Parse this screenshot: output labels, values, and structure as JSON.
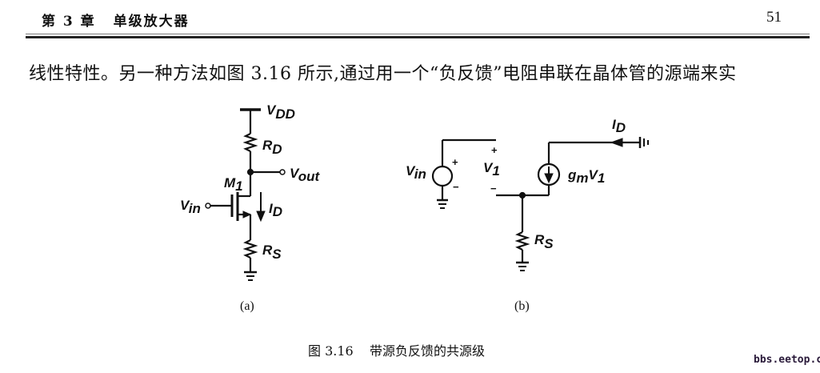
{
  "header": {
    "chapter": "第 3 章",
    "chapter_title": "单级放大器",
    "page_number": "51"
  },
  "body": {
    "paragraph": "线性特性。另一种方法如图 3.16 所示,通过用一个“负反馈”电阻串联在晶体管的源端来实"
  },
  "figure": {
    "circuit_a": {
      "label": "(a)",
      "vdd": {
        "main": "V",
        "sub": "DD"
      },
      "rd": {
        "main": "R",
        "sub": "D"
      },
      "vout": {
        "main": "V",
        "sub": "out"
      },
      "m1": {
        "main": "M",
        "sub": "1"
      },
      "vin": {
        "main": "V",
        "sub": "in"
      },
      "id": {
        "main": "I",
        "sub": "D"
      },
      "rs": {
        "main": "R",
        "sub": "S"
      }
    },
    "circuit_b": {
      "label": "(b)",
      "vin": {
        "main": "V",
        "sub": "in"
      },
      "v1": {
        "main": "V",
        "sub": "1"
      },
      "gm": {
        "main": "g",
        "sub": "m",
        "tail": "V",
        "tail_sub": "1"
      },
      "id": {
        "main": "I",
        "sub": "D"
      },
      "rs": {
        "main": "R",
        "sub": "S"
      },
      "plus": "+",
      "minus": "−"
    },
    "caption": "图 3.16    带源负反馈的共源级"
  },
  "watermark": "bbs.eetop.cn"
}
